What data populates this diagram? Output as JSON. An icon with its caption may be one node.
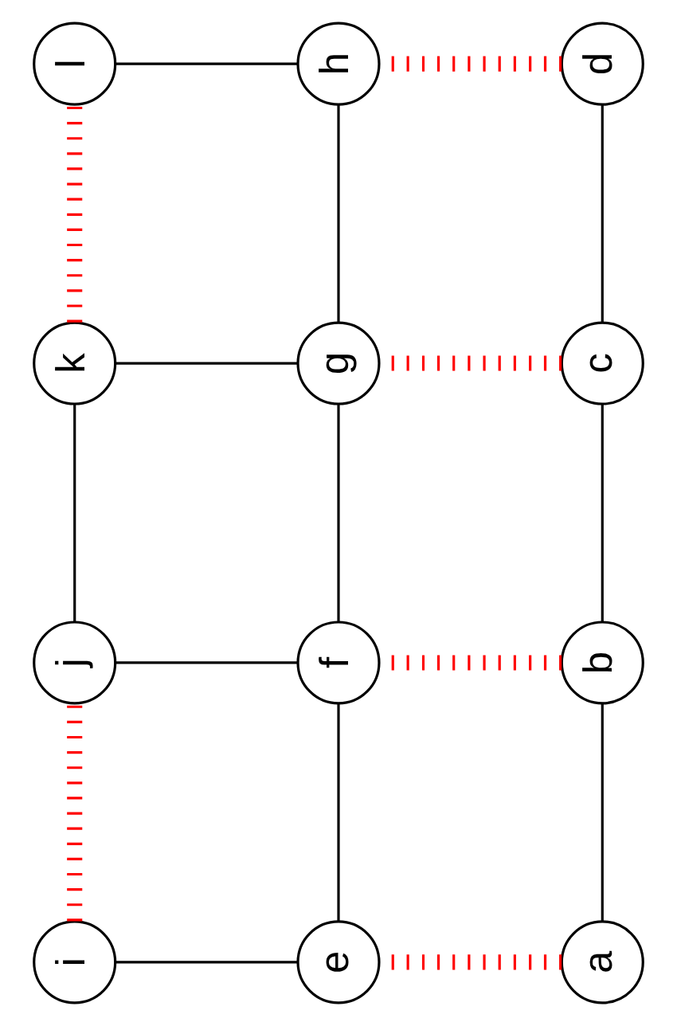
{
  "diagram": {
    "nodes": [
      {
        "text": [
          "a"
        ]
      },
      {
        "text": [
          "b"
        ]
      },
      {
        "text": [
          "c"
        ]
      },
      {
        "text": [
          "d"
        ]
      },
      {
        "text": [
          "e"
        ]
      },
      {
        "text": [
          "f"
        ]
      },
      {
        "text": [
          "g"
        ]
      },
      {
        "text": [
          "h"
        ]
      },
      {
        "text": [
          "i"
        ]
      },
      {
        "text": [
          "j"
        ]
      },
      {
        "text": [
          "k"
        ]
      },
      {
        "text": [
          "l"
        ]
      }
    ],
    "edges": [
      {
        "from": 0,
        "to": 4,
        "arrow": "none",
        "style": "dashed",
        "color": "#ff0000"
      },
      {
        "from": 0,
        "to": 1,
        "arrow": "none"
      },
      {
        "from": 1,
        "to": 5,
        "arrow": "none",
        "style": "dashed",
        "color": "#ff0000"
      },
      {
        "from": 1,
        "to": 2,
        "arrow": "none"
      },
      {
        "from": 2,
        "to": 6,
        "arrow": "none",
        "style": "dashed",
        "color": "#ff0000"
      },
      {
        "from": 2,
        "to": 3,
        "arrow": "none"
      },
      {
        "from": 3,
        "to": 7,
        "arrow": "none",
        "style": "dashed",
        "color": "#ff0000"
      },
      {
        "from": 4,
        "to": 8,
        "arrow": "none"
      },
      {
        "from": 4,
        "to": 5,
        "arrow": "none"
      },
      {
        "from": 5,
        "to": 9,
        "arrow": "none"
      },
      {
        "from": 5,
        "to": 6,
        "arrow": "none"
      },
      {
        "from": 6,
        "to": 10,
        "arrow": "none"
      },
      {
        "from": 6,
        "to": 7,
        "arrow": "none"
      },
      {
        "from": 7,
        "to": 11,
        "arrow": "none"
      },
      {
        "from": 8,
        "to": 9,
        "arrow": "none",
        "style": "dashed",
        "color": "#ff0000"
      },
      {
        "from": 9,
        "to": 10,
        "arrow": "none"
      },
      {
        "from": 10,
        "to": 11,
        "arrow": "none",
        "style": "dashed",
        "color": "#ff0000"
      }
    ]
  }
}
